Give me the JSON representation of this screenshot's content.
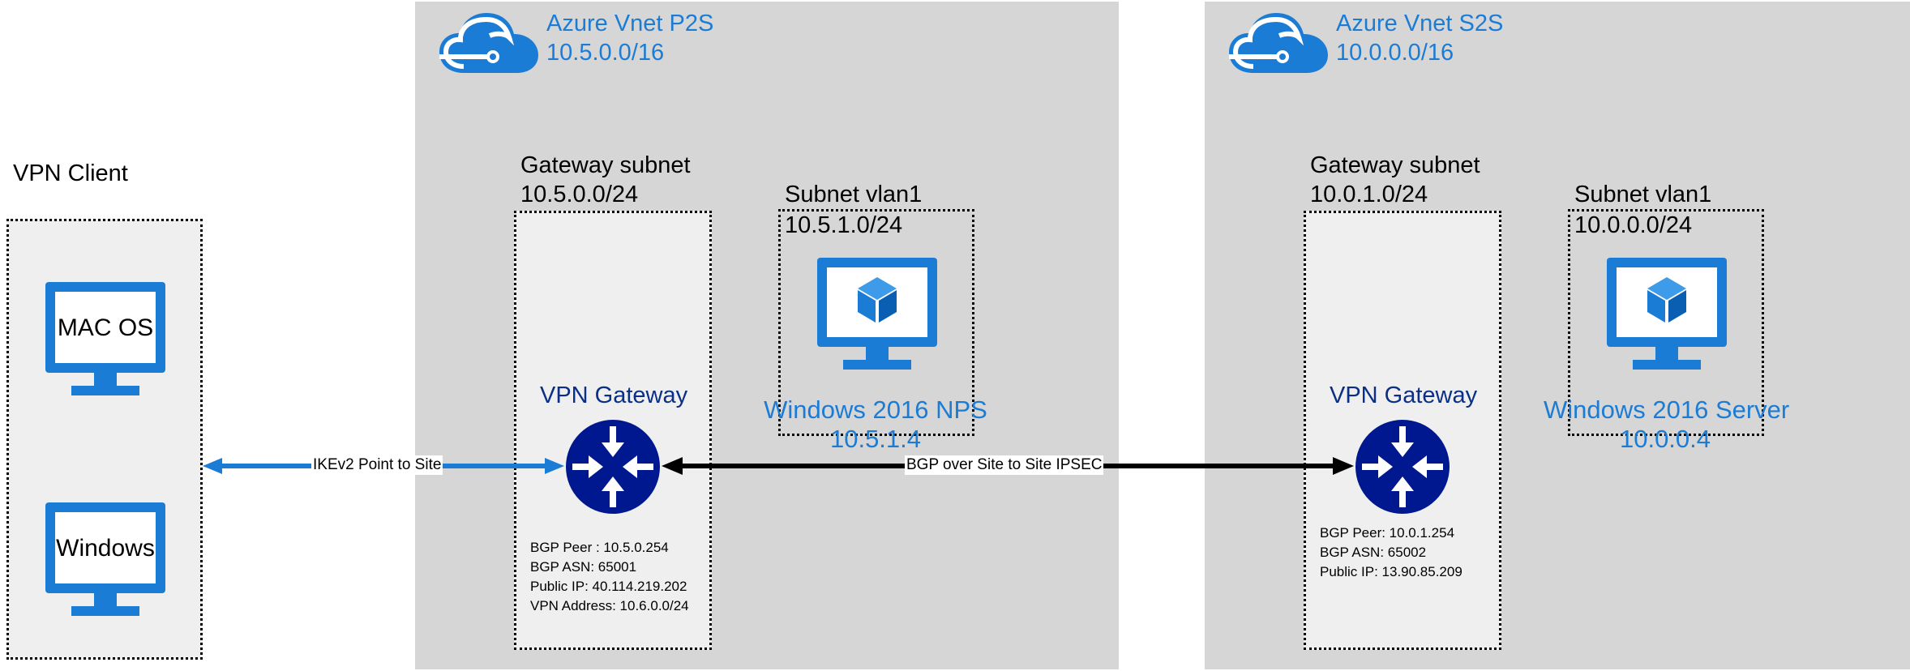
{
  "vpn_client": {
    "title": "VPN Client",
    "devices": [
      {
        "label": "MAC OS",
        "icon": "monitor-icon"
      },
      {
        "label": "Windows",
        "icon": "monitor-icon"
      }
    ]
  },
  "vnet_p2s": {
    "title": "Azure Vnet P2S",
    "cidr": "10.5.0.0/16",
    "gateway_subnet": {
      "title": "Gateway subnet",
      "cidr": "10.5.0.0/24"
    },
    "vlan_subnet": {
      "title": "Subnet vlan1",
      "cidr": "10.5.1.0/24"
    },
    "gateway": {
      "title": "VPN Gateway",
      "details": [
        "BGP Peer : 10.5.0.254",
        "BGP ASN: 65001",
        "Public IP: 40.114.219.202",
        "VPN Address: 10.6.0.0/24"
      ]
    },
    "vm": {
      "name": "Windows 2016 NPS",
      "ip": "10.5.1.4"
    }
  },
  "vnet_s2s": {
    "title": "Azure Vnet S2S",
    "cidr": "10.0.0.0/16",
    "gateway_subnet": {
      "title": "Gateway subnet",
      "cidr": "10.0.1.0/24"
    },
    "vlan_subnet": {
      "title": "Subnet vlan1",
      "cidr": "10.0.0.0/24"
    },
    "gateway": {
      "title": "VPN Gateway",
      "details": [
        "BGP Peer: 10.0.1.254",
        "BGP ASN: 65002",
        "Public IP: 13.90.85.209"
      ]
    },
    "vm": {
      "name": "Windows 2016 Server",
      "ip": "10.0.0.4"
    }
  },
  "connections": {
    "p2s": "IKEv2 Point to Site",
    "s2s": "BGP over Site to Site IPSEC"
  },
  "colors": {
    "azure_blue": "#1b7cd6",
    "navy": "#0b2f86",
    "router": "#00188f",
    "panel_gray": "#d6d6d6"
  }
}
